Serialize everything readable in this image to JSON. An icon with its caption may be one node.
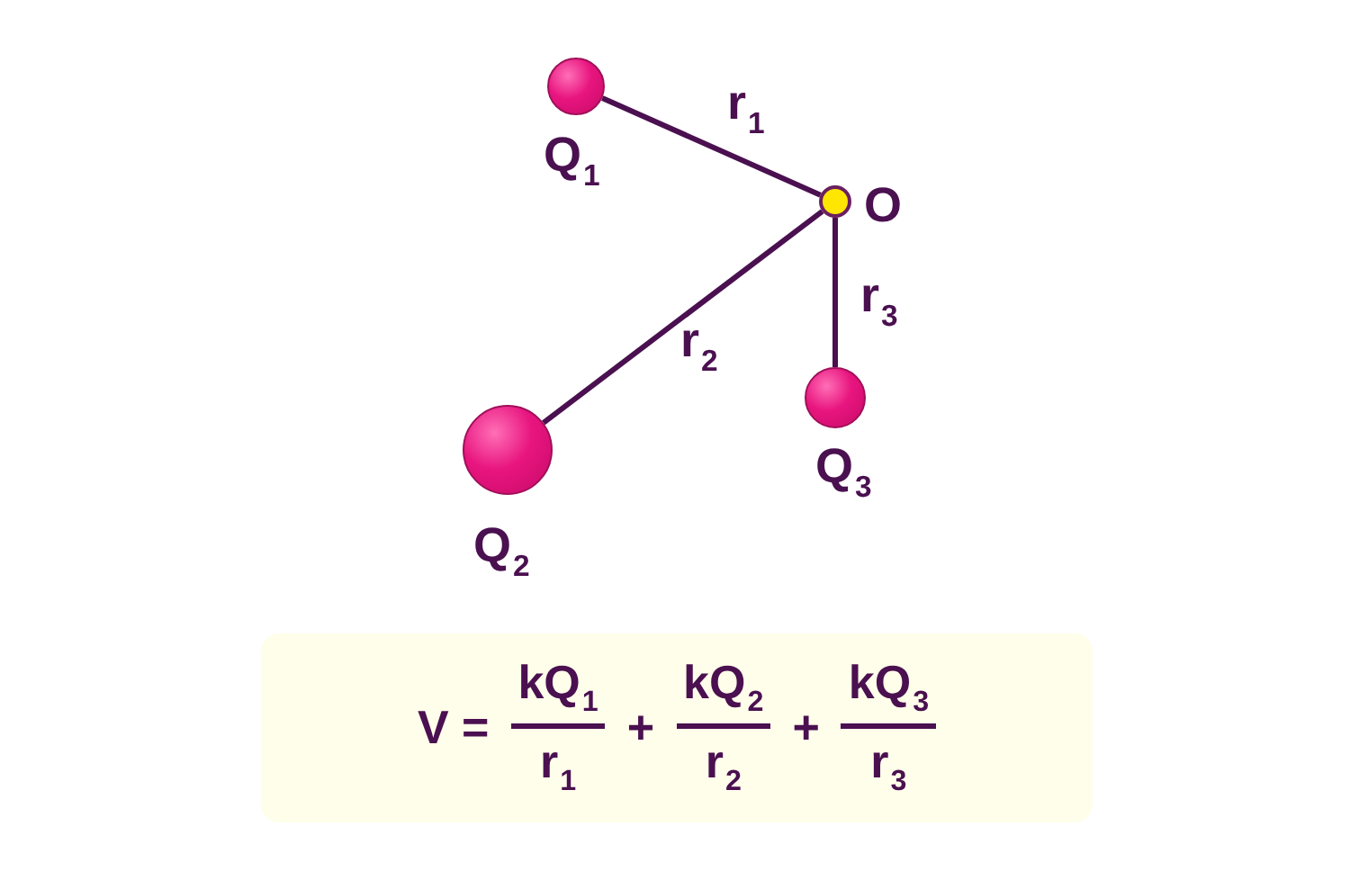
{
  "diagram": {
    "nodes": [
      {
        "text": [
          "Q$_{1}$"
        ]
      },
      {
        "text": [
          "O"
        ]
      },
      {
        "text": [
          "Q$_{3}$"
        ]
      },
      {
        "text": [
          "Q$_{2}$"
        ]
      },
      {
        "text": [
          "V =",
          "kQ$_{1}$",
          "r$_{1}$",
          "+",
          "kQ$_{2}$",
          "r$_{2}$",
          "+",
          "kQ$_{3}$",
          "r$_{3}$"
        ]
      }
    ],
    "edges": [
      {
        "from": 0,
        "to": 1,
        "arrow": "none",
        "label": "r$_{1}$"
      },
      {
        "from": 3,
        "to": 1,
        "arrow": "none",
        "label": "r$_{2}$"
      },
      {
        "from": 2,
        "to": 1,
        "arrow": "none",
        "label": "r$_{3}$"
      }
    ]
  }
}
